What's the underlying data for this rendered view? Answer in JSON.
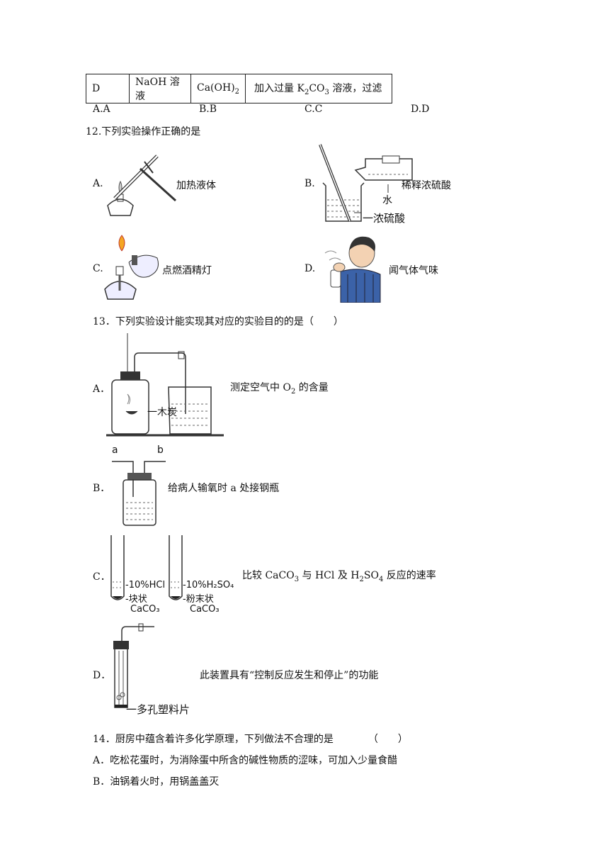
{
  "table_row": {
    "c1": "D",
    "c2": "NaOH 溶液",
    "c3_main": "Ca(OH)",
    "c3_sub": "2",
    "c4_pre": "加入过量 K",
    "c4_sub1": "2",
    "c4_mid": "CO",
    "c4_sub2": "3",
    "c4_post": " 溶液，过滤"
  },
  "q11_options": [
    "A.A",
    "B.B",
    "C.C",
    "D.D"
  ],
  "q12": {
    "stem": "12.下列实验操作正确的是",
    "A": {
      "letter": "A.",
      "text": "加热液体"
    },
    "B": {
      "letter": "B.",
      "text": "稀释浓硫酸",
      "label_water": "水",
      "label_acid": "浓硫酸"
    },
    "C": {
      "letter": "C.",
      "text": "点燃酒精灯"
    },
    "D": {
      "letter": "D.",
      "text": "闻气体气味"
    }
  },
  "q13": {
    "stem": "13．下列实验设计能实现其对应的实验目的的是（　　）",
    "A": {
      "letter": "A．",
      "text_pre": "测定空气中 O",
      "text_sub": "2",
      "text_post": " 的含量",
      "label_charcoal": "木炭"
    },
    "B": {
      "letter": "B．",
      "text": "给病人输氧时 a 处接钢瓶",
      "label_a": "a",
      "label_b": "b"
    },
    "C": {
      "letter": "C．",
      "text_pre": "比较 CaCO",
      "text_sub1": "3",
      "text_mid": " 与 HCl 及 H",
      "text_sub2": "2",
      "text_mid2": "SO",
      "text_sub3": "4",
      "text_post": " 反应的速率",
      "label_hcl": "10%HCl",
      "label_h2so4": "10%H₂SO₄",
      "label_block": "块状",
      "label_powder": "粉末状",
      "label_caco3": "CaCO₃"
    },
    "D": {
      "letter": "D．",
      "text": "此装置具有“控制反应发生和停止”的功能",
      "label_plate": "多孔塑料片"
    }
  },
  "q14": {
    "stem": "14．厨房中蕴含着许多化学原理，下列做法不合理的是　　　　（　　）",
    "A": "A．吃松花蛋时，为消除蛋中所含的碱性物质的涩味，可加入少量食醋",
    "B": "B．油锅着火时，用锅盖盖灭"
  }
}
